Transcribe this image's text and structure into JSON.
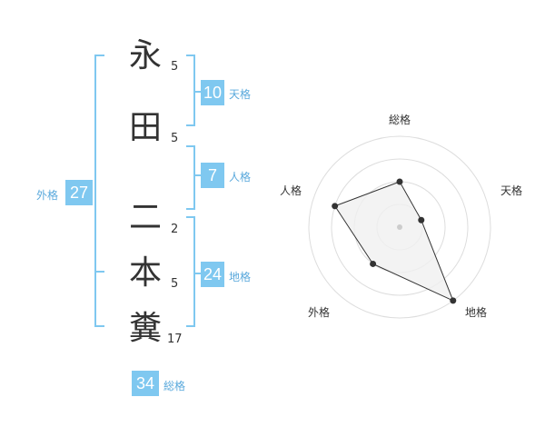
{
  "name": {
    "chars": [
      {
        "char": "永",
        "strokes": "5"
      },
      {
        "char": "田",
        "strokes": "5"
      },
      {
        "char": "二",
        "strokes": "2"
      },
      {
        "char": "本",
        "strokes": "5"
      },
      {
        "char": "糞",
        "strokes": "17"
      }
    ]
  },
  "kaku": {
    "tenkaku": {
      "value": "10",
      "label": "天格"
    },
    "jinkaku": {
      "value": "7",
      "label": "人格"
    },
    "chikaku": {
      "value": "24",
      "label": "地格"
    },
    "gaikaku": {
      "value": "27",
      "label": "外格"
    },
    "soukaku": {
      "value": "34",
      "label": "総格"
    }
  },
  "colors": {
    "accent": "#7fc8f0",
    "label": "#5aa9dc"
  },
  "chart_data": {
    "type": "radar",
    "axes": [
      "総格",
      "天格",
      "地格",
      "外格",
      "人格"
    ],
    "values": [
      2,
      1,
      4,
      2,
      3
    ],
    "max": 4
  }
}
